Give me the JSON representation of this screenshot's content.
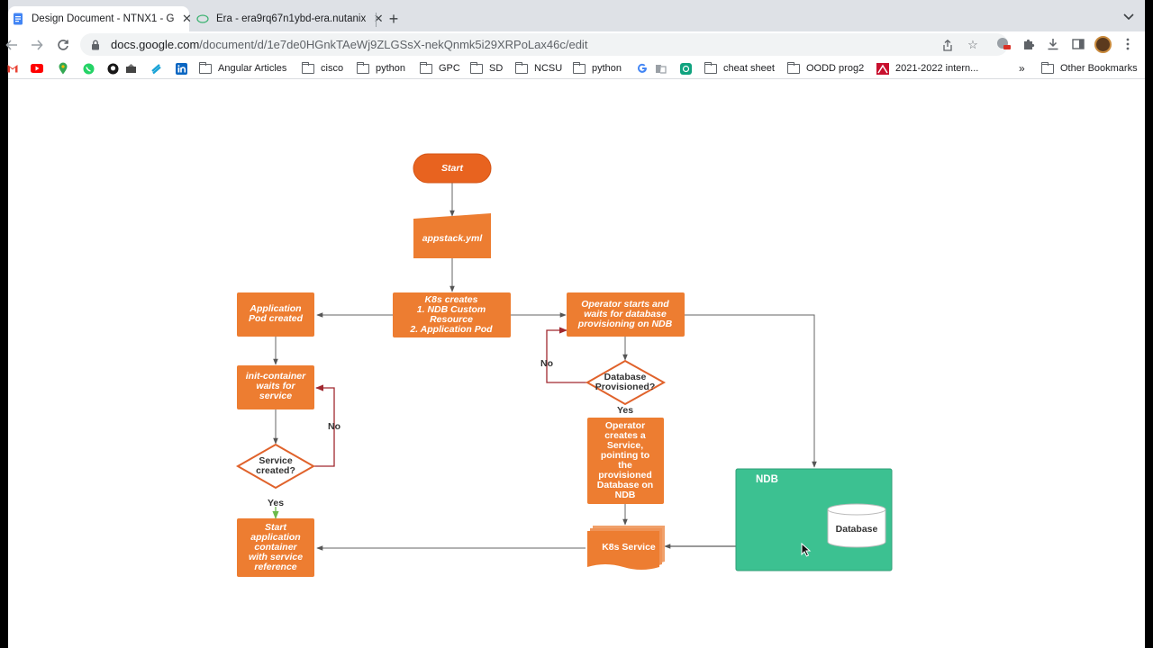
{
  "tabs": [
    {
      "title": "Design Document - NTNX1 - G",
      "active": true,
      "icon": "google-docs-icon"
    },
    {
      "title": "Era - era9rq67n1ybd-era.nutanix",
      "active": false,
      "icon": "era-icon"
    }
  ],
  "omnibox": {
    "host": "docs.google.com",
    "path": "/document/d/1e7de0HGnkTAeWj9ZLGSsX-nekQnmk5i29XRPoLax46c/edit"
  },
  "bookmarks": [
    {
      "label": "",
      "icon": "gmail-icon"
    },
    {
      "label": "",
      "icon": "youtube-icon"
    },
    {
      "label": "",
      "icon": "maps-icon"
    },
    {
      "label": "",
      "icon": "whatsapp-icon"
    },
    {
      "label": "",
      "icon": "github-icon"
    },
    {
      "label": "",
      "icon": "extension-icon"
    },
    {
      "label": "",
      "icon": "stack-icon"
    },
    {
      "label": "",
      "icon": "linkedin-icon"
    },
    {
      "label": "Angular Articles",
      "icon": "folder-icon"
    },
    {
      "label": "cisco",
      "icon": "folder-icon"
    },
    {
      "label": "python",
      "icon": "folder-icon"
    },
    {
      "label": "GPC",
      "icon": "folder-icon"
    },
    {
      "label": "SD",
      "icon": "folder-icon"
    },
    {
      "label": "NCSU",
      "icon": "folder-icon"
    },
    {
      "label": "python",
      "icon": "folder-icon"
    },
    {
      "label": "",
      "icon": "google-icon"
    },
    {
      "label": "",
      "icon": "translate-icon"
    },
    {
      "label": "",
      "icon": "openai-icon"
    },
    {
      "label": "cheat sheet",
      "icon": "folder-icon"
    },
    {
      "label": "OODD prog2",
      "icon": "folder-icon"
    },
    {
      "label": "2021-2022 intern...",
      "icon": "site-icon"
    }
  ],
  "overflow_label": "»",
  "other_bookmarks": "Other Bookmarks",
  "flowchart": {
    "start": "Start",
    "appstack": "appstack.yml",
    "k8s_creates": [
      "K8s creates",
      "1. NDB Custom",
      "Resource",
      "2. Application Pod"
    ],
    "app_pod_created": [
      "Application",
      "Pod created"
    ],
    "init_container": [
      "init-container",
      "waits for",
      "service"
    ],
    "service_created": [
      "Service",
      "created?"
    ],
    "yes_left": "Yes",
    "no_left": "No",
    "start_app_container": [
      "Start",
      "application",
      "container",
      "with service",
      "reference"
    ],
    "operator_starts": [
      "Operator starts and",
      "waits for database",
      "provisioning on NDB"
    ],
    "db_provisioned": [
      "Database",
      "Provisioned?"
    ],
    "no_right": "No",
    "yes_right": "Yes",
    "operator_creates": [
      "Operator",
      "creates a",
      "Service,",
      "pointing to",
      "the",
      "provisioned",
      "Database on",
      "NDB"
    ],
    "k8s_service": "K8s Service",
    "ndb": "NDB",
    "database": "Database"
  },
  "colors": {
    "orange": "#ed7d31",
    "dark_orange": "#e8631f",
    "ndb_green": "#3cc191",
    "decision_border": "#e0622b",
    "no_arrow": "#a0282f",
    "yes_arrow": "#6cba4b"
  }
}
